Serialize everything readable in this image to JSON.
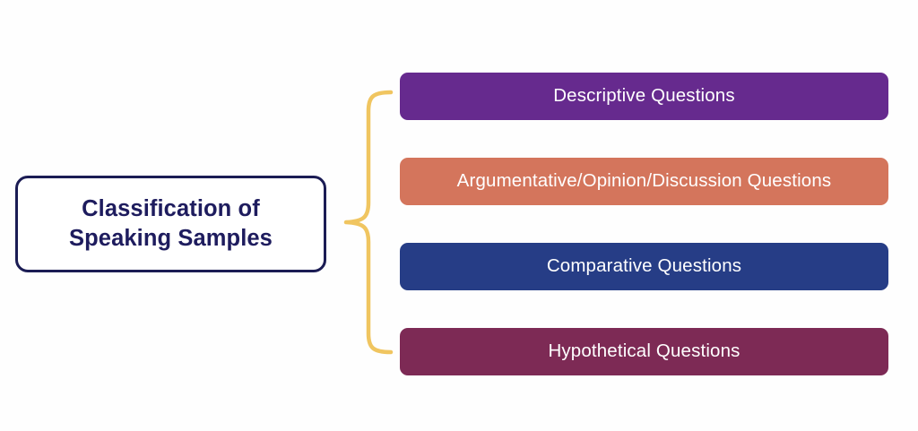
{
  "diagram": {
    "type": "brace-classification",
    "background_color": "#fefefe",
    "root": {
      "label": "Classification of\nSpeaking Samples",
      "text_color": "#1e1c5e",
      "border_color": "#1b1c54",
      "fill_color": "#ffffff"
    },
    "connector": {
      "name": "curly-brace",
      "color": "#f0c560",
      "stroke_width": 4
    },
    "categories": [
      {
        "label": "Descriptive Questions",
        "color": "#662a8e",
        "text_color": "#ffffff"
      },
      {
        "label": "Argumentative/Opinion/Discussion Questions",
        "color": "#d4755c",
        "text_color": "#ffffff"
      },
      {
        "label": "Comparative Questions",
        "color": "#263d86",
        "text_color": "#ffffff"
      },
      {
        "label": "Hypothetical Questions",
        "color": "#7d2a55",
        "text_color": "#ffffff"
      }
    ]
  }
}
